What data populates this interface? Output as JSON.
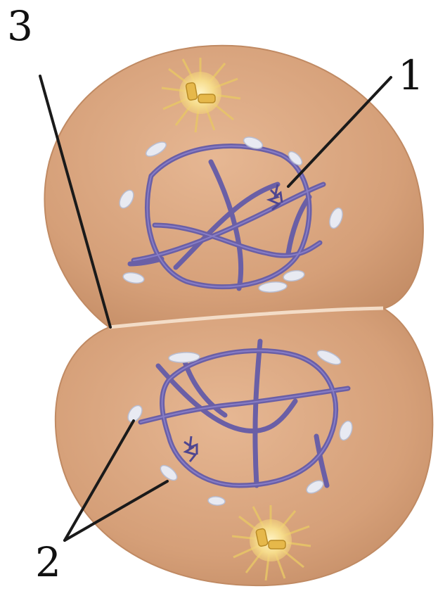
{
  "labels": {
    "one": "1",
    "two": "2",
    "three": "3"
  },
  "colors": {
    "cytoplasm": "#d9a57e",
    "cytoplasm_edge": "#c48d66",
    "chromatin": "#6a5fa6",
    "chromatin_dark": "#4f4690",
    "envelope_fragment": "#e8eaf2",
    "centrosome_glow": "#f3d37a",
    "centriole": "#e9b94a",
    "leader_line": "#1a1a1a"
  }
}
